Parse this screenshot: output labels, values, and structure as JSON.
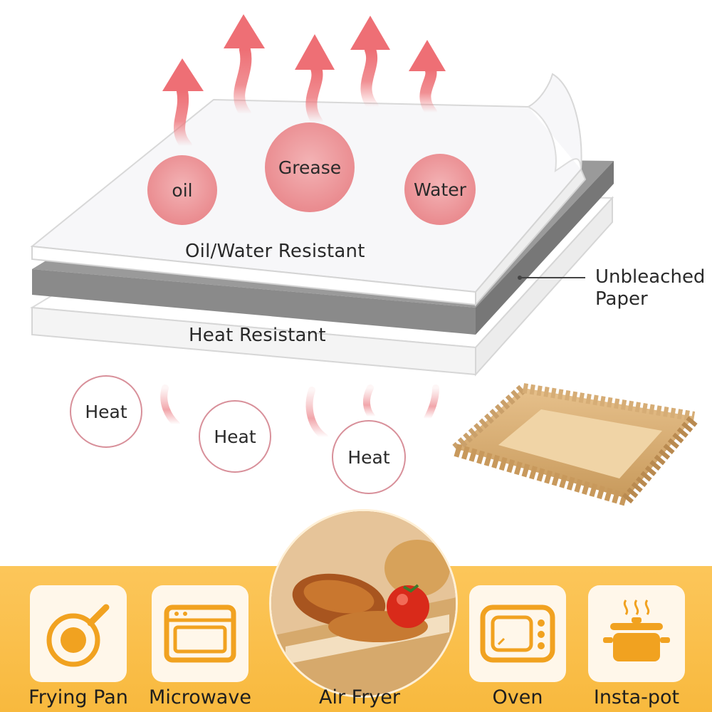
{
  "layers": {
    "top_label": "Oil/Water Resistant",
    "bottom_label": "Heat Resistant",
    "callout": [
      "Unbleached",
      "Paper"
    ]
  },
  "bubbles": [
    "oil",
    "Grease",
    "Water"
  ],
  "heat_bubbles": [
    "Heat",
    "Heat",
    "Heat"
  ],
  "uses": [
    {
      "label": "Frying Pan",
      "icon": "frying-pan-icon"
    },
    {
      "label": "Microwave",
      "icon": "microwave-icon"
    },
    {
      "label": "Air Fryer",
      "icon": "air-fryer-food-photo"
    },
    {
      "label": "Oven",
      "icon": "oven-icon"
    },
    {
      "label": "Insta-pot",
      "icon": "insta-pot-icon"
    }
  ],
  "colors": {
    "arrow": "#ee7b80",
    "band": "#f8b93e",
    "icon": "#f1a220",
    "paper": "#d8b07a"
  }
}
